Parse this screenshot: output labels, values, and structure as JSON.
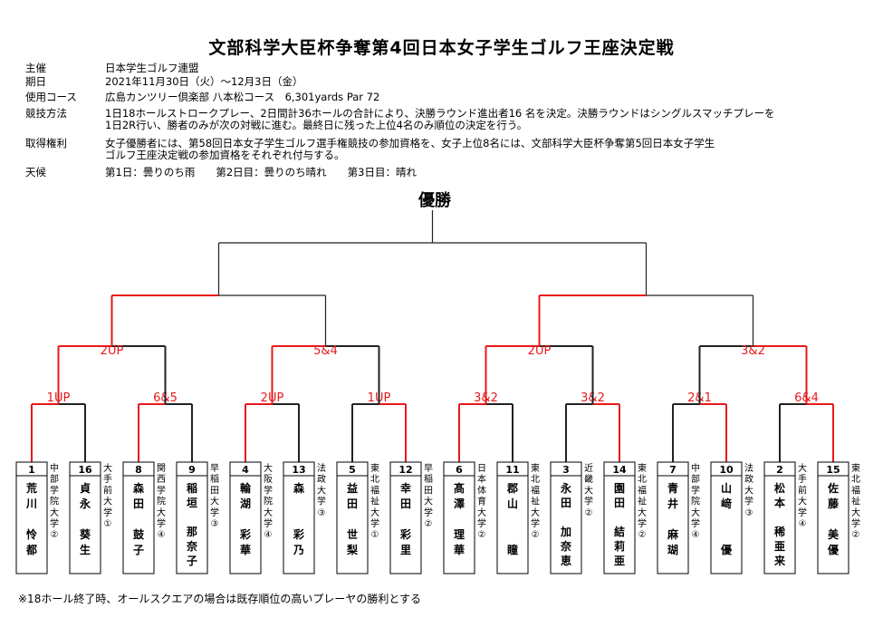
{
  "title": "文部科学大臣杯争奪第4回日本女子学生ゴルフ王座決定戦",
  "info": [
    {
      "key": "主催",
      "value": "日本学生ゴルフ連盟"
    },
    {
      "key": "期日",
      "value": "2021年11月30日（火）～12月3日（金）"
    },
    {
      "key": "使用コース",
      "value": "広島カンツリー倶楽部 八本松コース　6,301yards  Par 72"
    },
    {
      "key": "競技方法",
      "value": "1日18ホールストロークプレー、2日間計36ホールの合計により、決勝ラウンド進出者16 名を決定。決勝ラウンドはシングルスマッチプレーを"
    },
    {
      "key": "",
      "value": "1日2R行い、勝者のみが次の対戦に進む。最終日に残った上位4名のみ順位の決定を行う。"
    },
    {
      "key": "取得権利",
      "value": "女子優勝者には、第58回日本女子学生ゴルフ選手権競技の参加資格を、女子上位8名には、文部科学大臣杯争奪第5回日本女子学生"
    },
    {
      "key": "",
      "value": "ゴルフ王座決定戦の参加資格をそれぞれ付与する。"
    },
    {
      "key": "天候",
      "value": "第1日：曇りのち雨　　第2日目：曇りのち晴れ　　第3日目：晴れ"
    }
  ],
  "winner_label": "優勝",
  "round1_scores": [
    "1UP",
    "6&5",
    "2UP",
    "1UP",
    "3&2",
    "3&2",
    "2&1",
    "6&4"
  ],
  "round2_scores": [
    "2UP",
    "5&4",
    "2UP",
    "3&2"
  ],
  "players": [
    {
      "seed": "1",
      "name": [
        "荒",
        "川",
        "",
        "怜",
        "都"
      ],
      "school": [
        "中",
        "部",
        "学",
        "院",
        "大",
        "学",
        "②"
      ]
    },
    {
      "seed": "16",
      "name": [
        "貞",
        "永",
        "",
        "葵",
        "生"
      ],
      "school": [
        "大",
        "手",
        "前",
        "大",
        "学",
        "①"
      ]
    },
    {
      "seed": "8",
      "name": [
        "森",
        "田",
        "",
        "鼓",
        "子"
      ],
      "school": [
        "関",
        "西",
        "学",
        "院",
        "大",
        "学",
        "④"
      ]
    },
    {
      "seed": "9",
      "name": [
        "稲",
        "垣",
        "",
        "那",
        "奈",
        "子"
      ],
      "school": [
        "早",
        "稲",
        "田",
        "大",
        "学",
        "③"
      ]
    },
    {
      "seed": "4",
      "name": [
        "輪",
        "湖",
        "",
        "彩",
        "華"
      ],
      "school": [
        "大",
        "阪",
        "学",
        "院",
        "大",
        "学",
        "④"
      ]
    },
    {
      "seed": "13",
      "name": [
        "森",
        "",
        "",
        "彩",
        "乃"
      ],
      "school": [
        "法",
        "政",
        "大",
        "学",
        "③"
      ]
    },
    {
      "seed": "5",
      "name": [
        "益",
        "田",
        "",
        "世",
        "梨"
      ],
      "school": [
        "東",
        "北",
        "福",
        "祉",
        "大",
        "学",
        "①"
      ]
    },
    {
      "seed": "12",
      "name": [
        "幸",
        "田",
        "",
        "彩",
        "里"
      ],
      "school": [
        "早",
        "稲",
        "田",
        "大",
        "学",
        "②"
      ]
    },
    {
      "seed": "6",
      "name": [
        "髙",
        "澤",
        "",
        "理",
        "華"
      ],
      "school": [
        "日",
        "本",
        "体",
        "育",
        "大",
        "学",
        "②"
      ]
    },
    {
      "seed": "11",
      "name": [
        "郡",
        "山",
        "",
        "",
        "瞳"
      ],
      "school": [
        "東",
        "北",
        "福",
        "祉",
        "大",
        "学",
        "②"
      ]
    },
    {
      "seed": "3",
      "name": [
        "永",
        "田",
        "",
        "加",
        "奈",
        "恵"
      ],
      "school": [
        "近",
        "畿",
        "大",
        "学",
        "②"
      ]
    },
    {
      "seed": "14",
      "name": [
        "園",
        "田",
        "",
        "結",
        "莉",
        "亜"
      ],
      "school": [
        "東",
        "北",
        "福",
        "祉",
        "大",
        "学",
        "②"
      ]
    },
    {
      "seed": "7",
      "name": [
        "青",
        "井",
        "",
        "麻",
        "瑚"
      ],
      "school": [
        "中",
        "部",
        "学",
        "院",
        "大",
        "学",
        "④"
      ]
    },
    {
      "seed": "10",
      "name": [
        "山",
        "﨑",
        "",
        "",
        "優"
      ],
      "school": [
        "法",
        "政",
        "大",
        "学",
        "③"
      ]
    },
    {
      "seed": "2",
      "name": [
        "松",
        "本",
        "",
        "稀",
        "亜",
        "来"
      ],
      "school": [
        "大",
        "手",
        "前",
        "大",
        "学",
        "④"
      ]
    },
    {
      "seed": "15",
      "name": [
        "佐",
        "藤",
        "",
        "美",
        "優"
      ],
      "school": [
        "東",
        "北",
        "福",
        "祉",
        "大",
        "学",
        "②"
      ]
    }
  ],
  "footnote": "※18ホール終了時、オールスクエアの場合は既存順位の高いプレーヤの勝利とする"
}
